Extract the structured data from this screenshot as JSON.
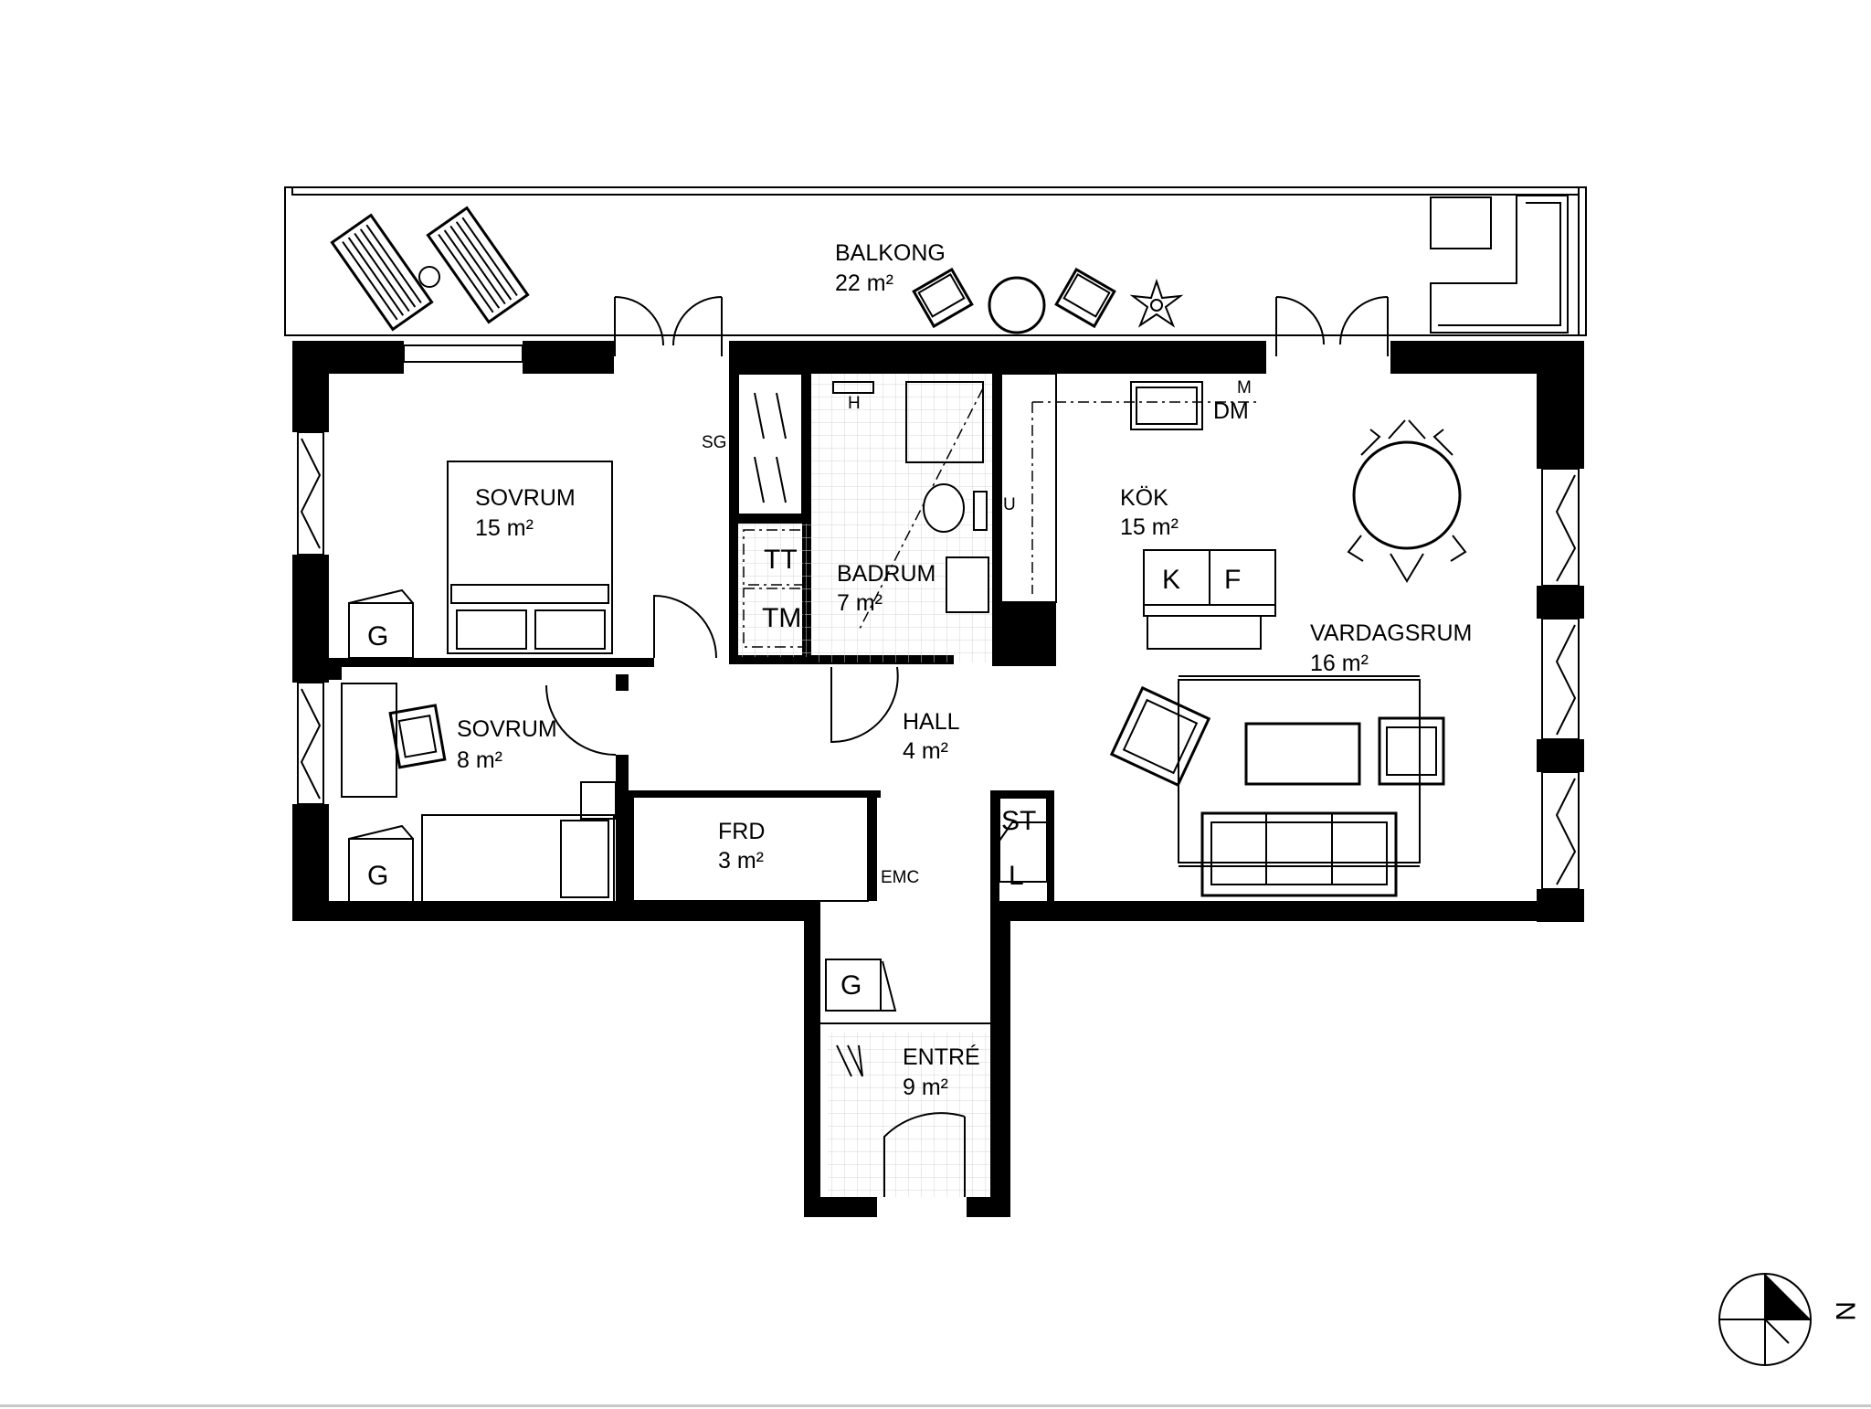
{
  "rooms": {
    "balkong": {
      "name": "BALKONG",
      "area": "22 m²"
    },
    "sovrum_large": {
      "name": "SOVRUM",
      "area": "15 m²"
    },
    "sovrum_small": {
      "name": "SOVRUM",
      "area": "8 m²"
    },
    "badrum": {
      "name": "BADRUM",
      "area": "7 m²"
    },
    "kok": {
      "name": "KÖK",
      "area": "15 m²"
    },
    "vardagsrum": {
      "name": "VARDAGSRUM",
      "area": "16 m²"
    },
    "hall": {
      "name": "HALL",
      "area": "4 m²"
    },
    "frd": {
      "name": "FRD",
      "area": "3 m²"
    },
    "entre": {
      "name": "ENTRÉ",
      "area": "9 m²"
    }
  },
  "fixtures": {
    "sg": "SG",
    "h": "H",
    "m": "M",
    "dm": "DM",
    "u": "U",
    "tt": "TT",
    "tm": "TM",
    "k": "K",
    "f": "F",
    "g_sovrum_large": "G",
    "g_sovrum_small": "G",
    "g_entre": "G",
    "st": "ST",
    "l": "L",
    "emc": "EMC"
  },
  "compass": {
    "label": "N"
  }
}
